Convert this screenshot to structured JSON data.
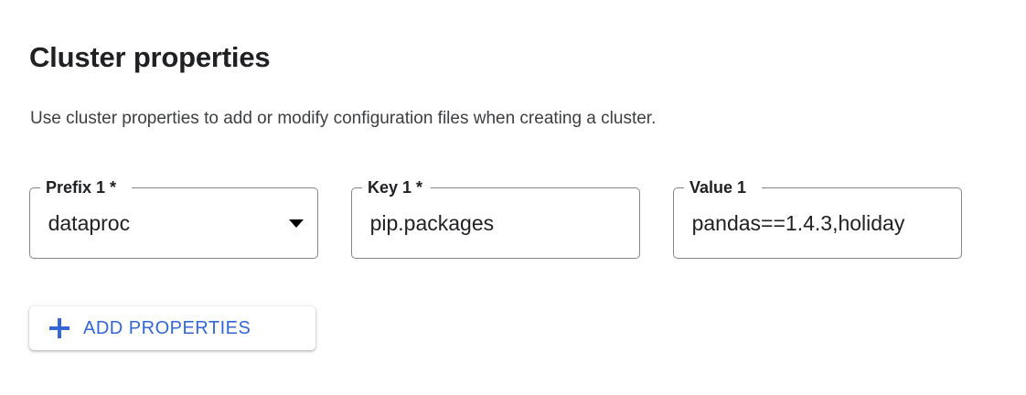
{
  "header": {
    "title": "Cluster properties",
    "description": "Use cluster properties to add or modify configuration files when creating a cluster."
  },
  "properties_row": {
    "fields": [
      {
        "name": "prefix",
        "label": "Prefix 1 *",
        "value": "dataproc",
        "type": "select",
        "icon": "chevron-down-icon",
        "required": true
      },
      {
        "name": "key",
        "label": "Key 1 *",
        "value": "pip.packages",
        "type": "text",
        "required": true
      },
      {
        "name": "value",
        "label": "Value 1",
        "value": "pandas==1.4.3,holiday",
        "type": "text",
        "required": false
      }
    ]
  },
  "actions": {
    "add_properties": {
      "label": "ADD PROPERTIES",
      "icon": "plus-icon"
    }
  },
  "colors": {
    "accent_blue": "#3367d6",
    "text_primary": "#202124",
    "text_secondary": "#3c4043",
    "outline": "#80868b",
    "background": "#ffffff"
  }
}
